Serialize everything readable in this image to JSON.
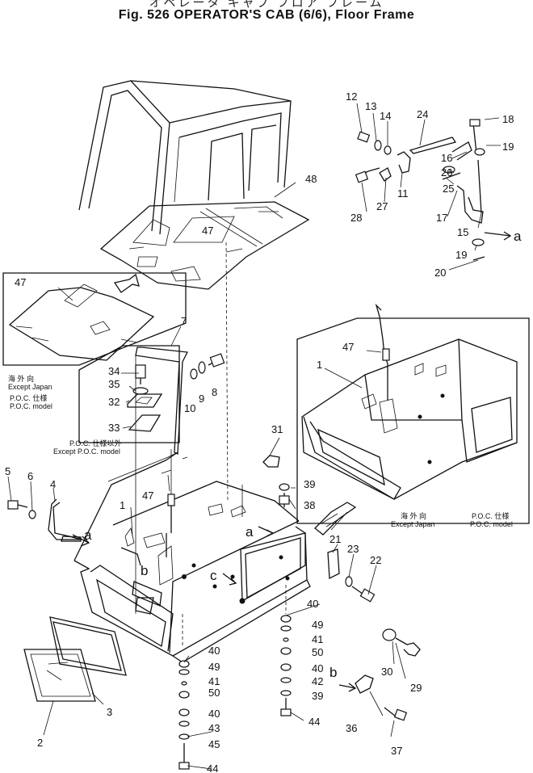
{
  "header": {
    "title_jp": "オペレータ キャブ フロア フレーム",
    "title_en": "Fig. 526   OPERATOR'S CAB (6/6), Floor Frame"
  },
  "callouts": [
    "1",
    "2",
    "3",
    "4",
    "5",
    "6",
    "7",
    "8",
    "9",
    "10",
    "11",
    "12",
    "13",
    "14",
    "15",
    "16",
    "17",
    "18",
    "19",
    "20",
    "21",
    "22",
    "23",
    "24",
    "25",
    "26",
    "27",
    "28",
    "29",
    "30",
    "31",
    "32",
    "33",
    "34",
    "35",
    "36",
    "37",
    "38",
    "39",
    "40",
    "41",
    "42",
    "43",
    "44",
    "45",
    "47",
    "48",
    "49",
    "50"
  ],
  "view_labels": [
    "a",
    "b",
    "c"
  ],
  "notes": {
    "except_japan_jp": "海 外 向",
    "except_japan": "Except Japan",
    "poc_model_jp": "P.O.C. 仕様",
    "poc_model": "P.O.C. model",
    "except_poc_jp": "P.O.C. 仕様以外",
    "except_poc": "Except P.O.C. model"
  }
}
